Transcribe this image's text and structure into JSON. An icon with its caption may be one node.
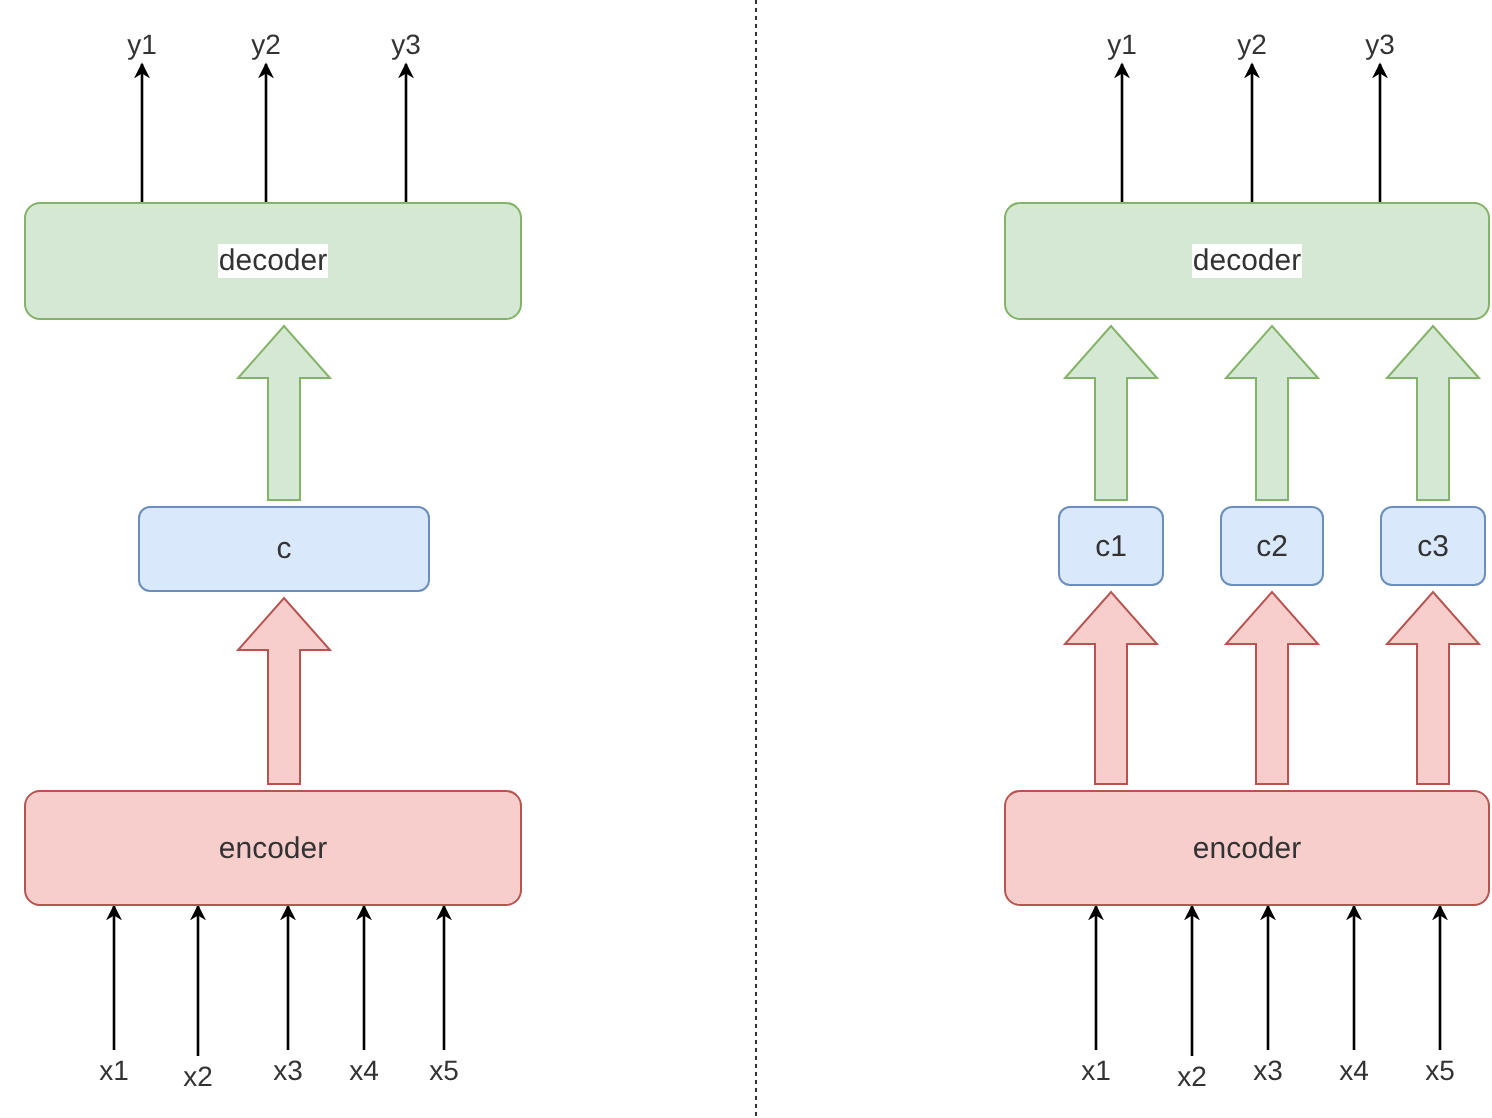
{
  "diagram": {
    "nodes": [
      {
        "text": [
          "y1"
        ]
      },
      {
        "text": [
          "y2"
        ]
      },
      {
        "text": [
          "y3"
        ]
      },
      {
        "text": [
          "decoder"
        ]
      },
      {
        "text": [
          "c"
        ]
      },
      {
        "text": [
          "encoder"
        ]
      },
      {
        "text": [
          "x1"
        ]
      },
      {
        "text": [
          "x2"
        ]
      },
      {
        "text": [
          "x3"
        ]
      },
      {
        "text": [
          "x4"
        ]
      },
      {
        "text": [
          "x5"
        ]
      },
      {
        "text": [
          "y1"
        ]
      },
      {
        "text": [
          "y2"
        ]
      },
      {
        "text": [
          "y3"
        ]
      },
      {
        "text": [
          "decoder"
        ]
      },
      {
        "text": [
          "c1"
        ]
      },
      {
        "text": [
          "c2"
        ]
      },
      {
        "text": [
          "c3"
        ]
      },
      {
        "text": [
          "encoder"
        ]
      },
      {
        "text": [
          "x1"
        ]
      },
      {
        "text": [
          "x2"
        ]
      },
      {
        "text": [
          "x3"
        ]
      },
      {
        "text": [
          "x4"
        ]
      },
      {
        "text": [
          "x5"
        ]
      }
    ],
    "edges": [
      {
        "from": 3,
        "to": 0,
        "arrow": "to"
      },
      {
        "from": 3,
        "to": 1,
        "arrow": "to"
      },
      {
        "from": 3,
        "to": 2,
        "arrow": "to"
      },
      {
        "from": 4,
        "to": 3,
        "arrow": "to",
        "style": "thick",
        "color": "#d5e8d4"
      },
      {
        "from": 5,
        "to": 4,
        "arrow": "to",
        "style": "thick",
        "color": "#f8cecc"
      },
      {
        "from": 6,
        "to": 5,
        "arrow": "to"
      },
      {
        "from": 7,
        "to": 5,
        "arrow": "to"
      },
      {
        "from": 8,
        "to": 5,
        "arrow": "to"
      },
      {
        "from": 9,
        "to": 5,
        "arrow": "to"
      },
      {
        "from": 10,
        "to": 5,
        "arrow": "to"
      },
      {
        "from": 14,
        "to": 11,
        "arrow": "to"
      },
      {
        "from": 14,
        "to": 12,
        "arrow": "to"
      },
      {
        "from": 14,
        "to": 13,
        "arrow": "to"
      },
      {
        "from": 15,
        "to": 14,
        "arrow": "to",
        "style": "thick",
        "color": "#d5e8d4"
      },
      {
        "from": 16,
        "to": 14,
        "arrow": "to",
        "style": "thick",
        "color": "#d5e8d4"
      },
      {
        "from": 17,
        "to": 14,
        "arrow": "to",
        "style": "thick",
        "color": "#d5e8d4"
      },
      {
        "from": 18,
        "to": 15,
        "arrow": "to",
        "style": "thick",
        "color": "#f8cecc"
      },
      {
        "from": 18,
        "to": 16,
        "arrow": "to",
        "style": "thick",
        "color": "#f8cecc"
      },
      {
        "from": 18,
        "to": 17,
        "arrow": "to",
        "style": "thick",
        "color": "#f8cecc"
      },
      {
        "from": 19,
        "to": 18,
        "arrow": "to"
      },
      {
        "from": 20,
        "to": 18,
        "arrow": "to"
      },
      {
        "from": 21,
        "to": 18,
        "arrow": "to"
      },
      {
        "from": 22,
        "to": 18,
        "arrow": "to"
      },
      {
        "from": 23,
        "to": 18,
        "arrow": "to"
      }
    ]
  }
}
